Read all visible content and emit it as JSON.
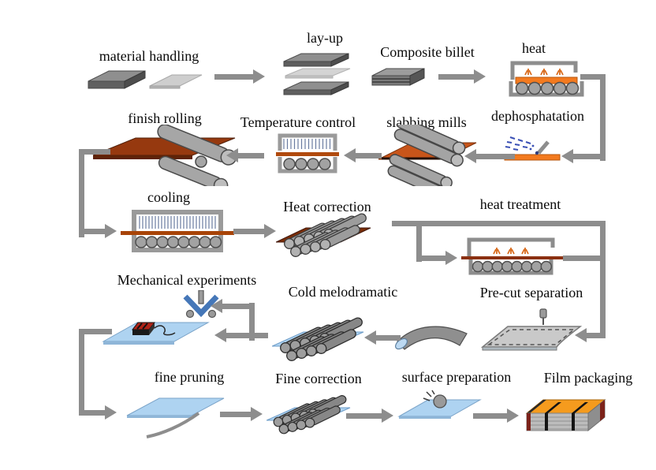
{
  "diagram": {
    "type": "process-flow-diagram",
    "background": "#ffffff",
    "steps": [
      {
        "id": "material-handling",
        "label": "material handling"
      },
      {
        "id": "lay-up",
        "label": "lay-up"
      },
      {
        "id": "composite-billet",
        "label": "Composite billet"
      },
      {
        "id": "heat",
        "label": "heat"
      },
      {
        "id": "dephosphatation",
        "label": "dephosphatation"
      },
      {
        "id": "slabbing-mills",
        "label": "slabbing mills"
      },
      {
        "id": "temperature-control",
        "label": "Temperature control"
      },
      {
        "id": "finish-rolling",
        "label": "finish rolling"
      },
      {
        "id": "cooling",
        "label": "cooling"
      },
      {
        "id": "heat-correction",
        "label": "Heat correction"
      },
      {
        "id": "heat-treatment",
        "label": "heat treatment"
      },
      {
        "id": "pre-cut-separation",
        "label": "Pre-cut separation"
      },
      {
        "id": "cold-melodramatic",
        "label": "Cold melodramatic"
      },
      {
        "id": "mechanical-experiments",
        "label": "Mechanical experiments"
      },
      {
        "id": "fine-pruning",
        "label": "fine pruning"
      },
      {
        "id": "fine-correction",
        "label": "Fine correction"
      },
      {
        "id": "surface-preparation",
        "label": "surface preparation"
      },
      {
        "id": "film-packaging",
        "label": "Film packaging"
      }
    ],
    "flow_sequence": [
      "material-handling",
      "lay-up",
      "composite-billet",
      "heat",
      "dephosphatation",
      "slabbing-mills",
      "temperature-control",
      "finish-rolling",
      "cooling",
      "heat-correction",
      "heat-treatment",
      "pre-cut-separation",
      "cold-melodramatic",
      "mechanical-experiments",
      "fine-pruning",
      "fine-correction",
      "surface-preparation",
      "film-packaging"
    ],
    "colors": {
      "arrow_gray": "#8d8d8d",
      "frame_gray": "#9a9a9a",
      "roller_gray": "#a4a4a4",
      "hot_slab_orange": "#f37a1f",
      "rolled_plate_brown": "#96390f",
      "treated_slab_brown": "#8b3010",
      "cold_plate_blue": "#aed3f1",
      "cut_plate_gray": "#c9c9c9",
      "bend_test_blue": "#4577b8",
      "spray_blue": "#3a50b5",
      "package_orange": "#f59b1e",
      "label_text": "#0a0a0a"
    }
  }
}
